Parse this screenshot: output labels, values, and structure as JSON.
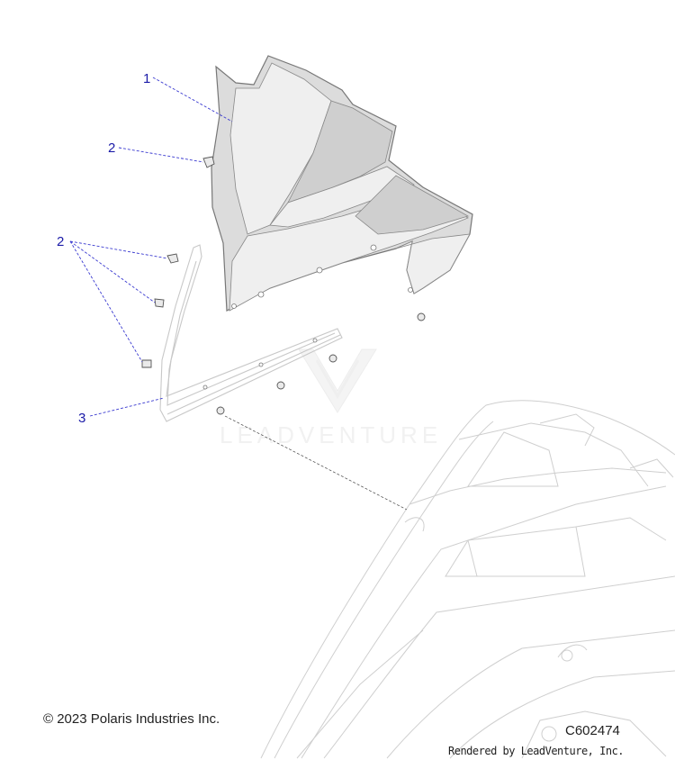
{
  "callouts": [
    {
      "label": "1",
      "part": "windshield"
    },
    {
      "label": "2",
      "part": "fastener"
    },
    {
      "label": "2",
      "part": "fastener"
    },
    {
      "label": "3",
      "part": "trim-seal"
    }
  ],
  "watermark": {
    "text": "LEADVENTURE"
  },
  "footer": {
    "copyright": "© 2023 Polaris Industries Inc.",
    "part_code": "C602474",
    "rendered_by": "Rendered by LeadVenture, Inc."
  }
}
